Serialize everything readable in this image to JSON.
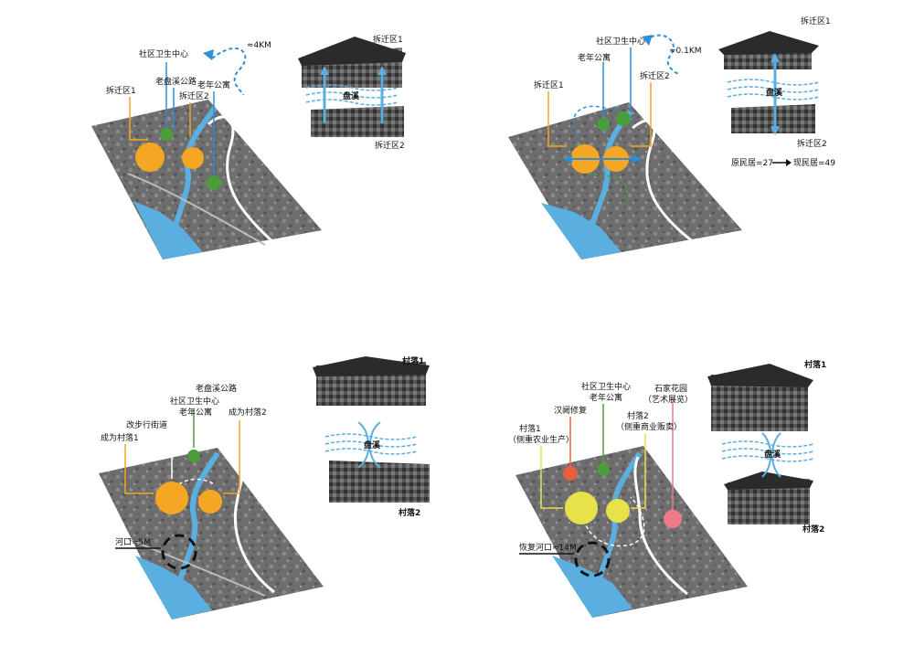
{
  "colors": {
    "water": "#5aaee0",
    "road": "#ffffff",
    "orange": "#f5a623",
    "green": "#4a9e3a",
    "yellow": "#e8e24a",
    "red_orange": "#e8603a",
    "pink": "#ef7a86",
    "leader_orange": "#f5a623",
    "leader_blue": "#2d8fd6",
    "leader_green": "#4a9e3a",
    "terrain": "#6e6e6e"
  },
  "panel1": {
    "health_center": "社区卫生中心",
    "distance": "≈4KM",
    "old_road": "老盘溪公路",
    "zone1": "拆迁区1",
    "zone2": "拆迁区2",
    "elderly_apartment": "老年公寓",
    "inset_top": "拆迁区1",
    "inset_bottom": "拆迁区2",
    "stream": "盘溪"
  },
  "panel2": {
    "health_center": "社区卫生中心",
    "distance": "≈0.1KM",
    "elderly_apartment": "老年公寓",
    "zone1": "拆迁区1",
    "zone2": "拆迁区2",
    "inset_top": "拆迁区1",
    "inset_bottom": "拆迁区2",
    "stream": "盘溪",
    "residents_before": "原民居=27",
    "residents_after": "现民居=49"
  },
  "panel3": {
    "old_road": "老盘溪公路",
    "health_center": "社区卫生中心",
    "elderly_apartment": "老年公寓",
    "pedestrian": "改步行街道",
    "village1": "成为村落1",
    "village2": "成为村落2",
    "estuary": "河口≈5M",
    "inset_top": "村落1",
    "inset_bottom": "村落2",
    "stream": "盘溪"
  },
  "panel4": {
    "health_center": "社区卫生中心",
    "elderly_apartment": "老年公寓",
    "garden": "石家花园",
    "garden_note": "（艺术展览）",
    "wetland": "汉阙修复",
    "village1": "村落1",
    "village1_note": "（侧重农业生产）",
    "village2": "村落2",
    "village2_note": "（侧重商业贩卖）",
    "estuary": "恢复河口≈14M",
    "inset_top": "村落1",
    "inset_bottom": "村落2",
    "stream": "盘溪"
  }
}
